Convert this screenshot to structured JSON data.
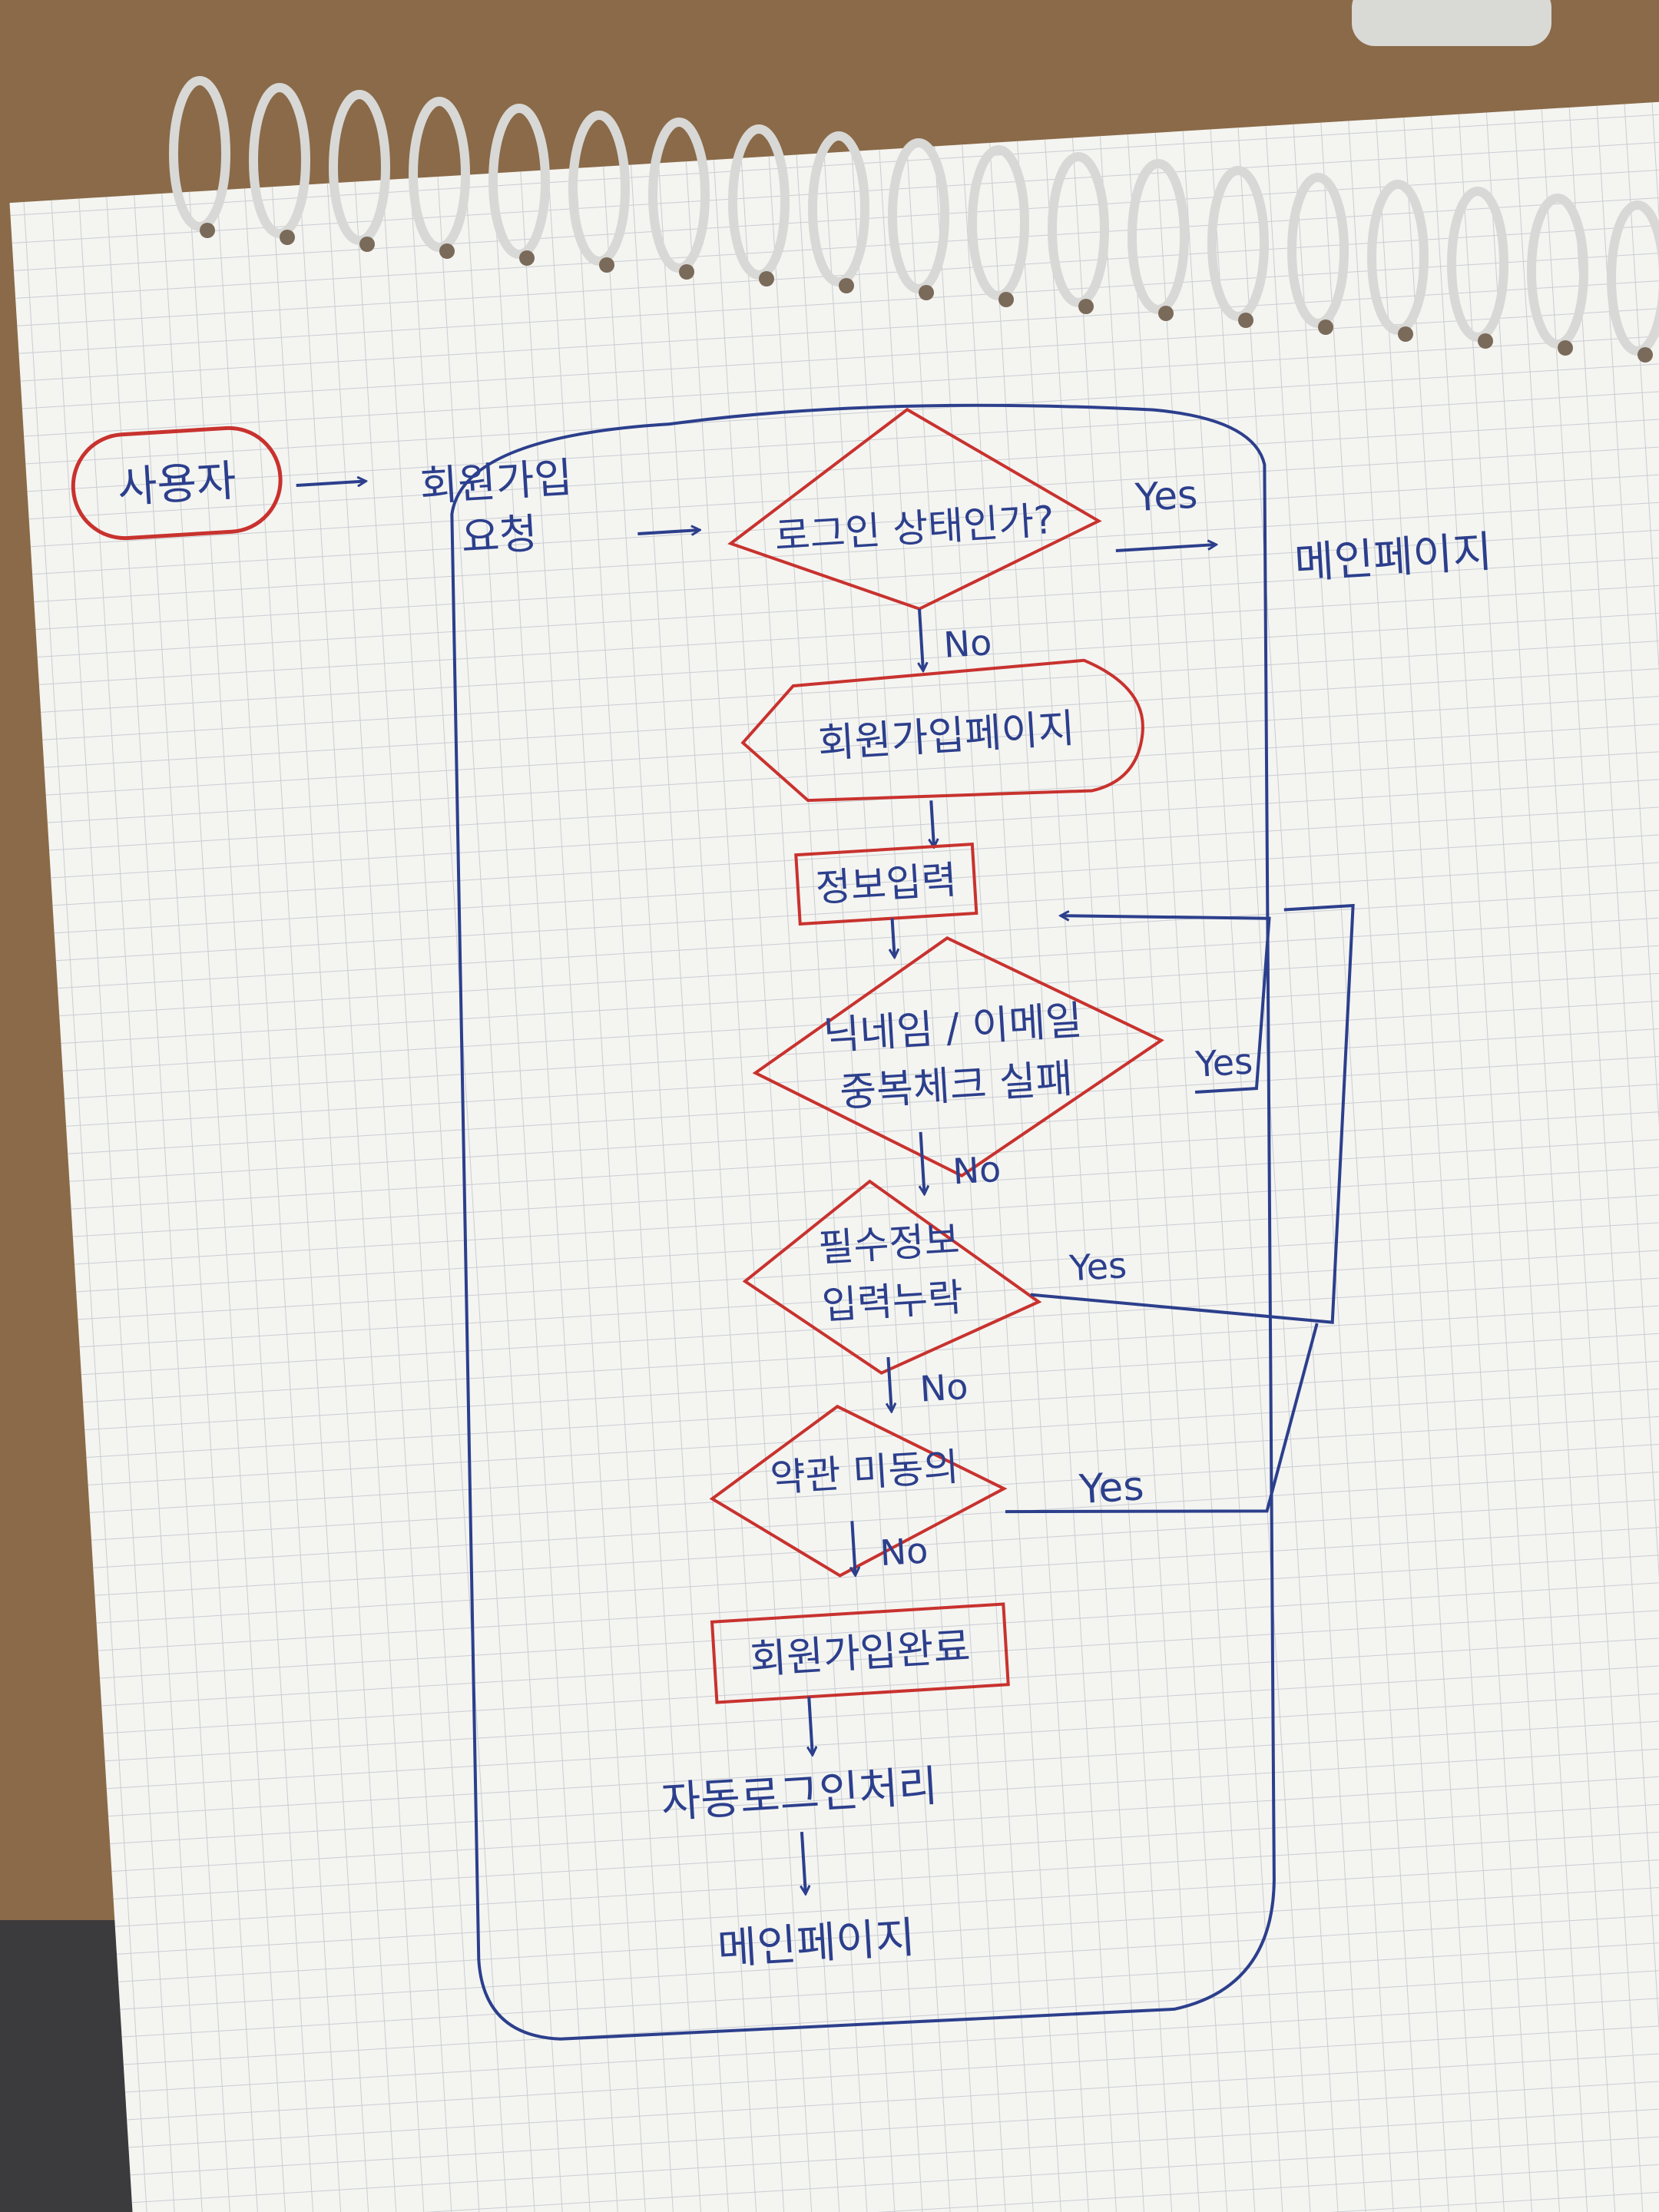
{
  "colors": {
    "ink_blue": "#2c3f8c",
    "ink_red": "#c8322e",
    "paper": "#f4f4f1",
    "grid_line": "#c9cdd2",
    "table_wood": "#8a6a48"
  },
  "diagram": {
    "actor": "사용자",
    "request": [
      "회원가입",
      "요청"
    ],
    "check_login": "로그인 상태인가?",
    "login_yes": "Yes",
    "login_yes_target": "메인페이지",
    "login_no": "No",
    "signup_page": "회원가입페이지",
    "input_info": "정보입력",
    "dup_check": [
      "닉네임 / 이메일",
      "중복체크 실패"
    ],
    "dup_yes": "Yes",
    "dup_no": "No",
    "required_missing": [
      "필수정보",
      "입력누락"
    ],
    "required_yes": "Yes",
    "required_no": "No",
    "terms_disagree": "약관 미동의",
    "terms_yes": "Yes",
    "terms_no": "No",
    "signup_complete": "회원가입완료",
    "auto_login": "자동로그인처리",
    "main_page": "메인페이지"
  }
}
